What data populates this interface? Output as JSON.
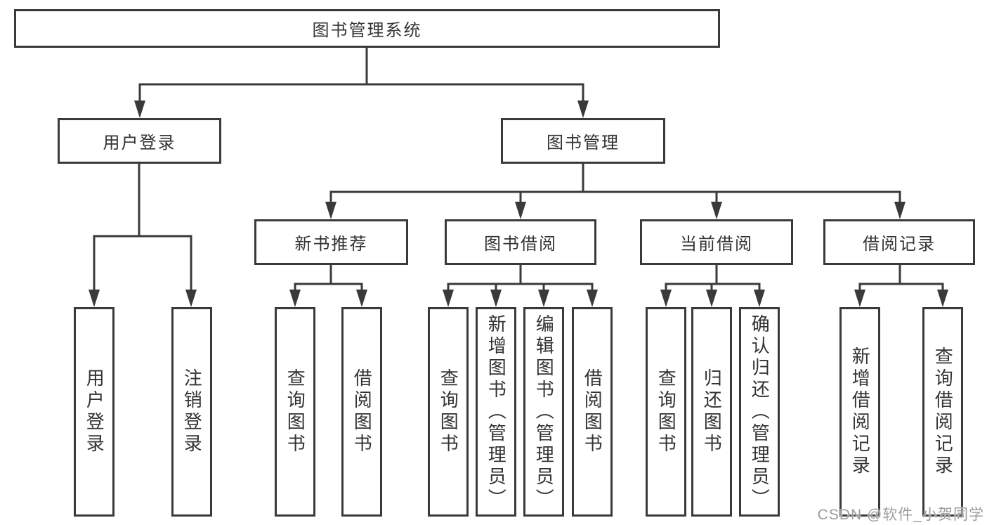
{
  "diagram": {
    "type": "hierarchy-tree",
    "title": "图书管理系统"
  },
  "nodes": {
    "root": {
      "label": "图书管理系统"
    },
    "user_login": {
      "label": "用户登录"
    },
    "book_management": {
      "label": "图书管理"
    },
    "new_book_recommend": {
      "label": "新书推荐"
    },
    "book_borrowing": {
      "label": "图书借阅"
    },
    "current_borrowing": {
      "label": "当前借阅"
    },
    "borrowing_records": {
      "label": "借阅记录"
    },
    "leaf_user_login": {
      "label": "用户登录"
    },
    "leaf_logout": {
      "label": "注销登录"
    },
    "nbr_query_books": {
      "label": "查询图书"
    },
    "nbr_borrow_books": {
      "label": "借阅图书"
    },
    "bb_query_books": {
      "label": "查询图书"
    },
    "bb_add_books": {
      "label": "新增图书（管理员）"
    },
    "bb_edit_books": {
      "label": "编辑图书（管理员）"
    },
    "bb_borrow_books": {
      "label": "借阅图书"
    },
    "cb_query_books": {
      "label": "查询图书"
    },
    "cb_return_books": {
      "label": "归还图书"
    },
    "cb_confirm_return": {
      "label": "确认归还（管理员）"
    },
    "br_add_record": {
      "label": "新增借阅记录"
    },
    "br_query_record": {
      "label": "查询借阅记录"
    }
  },
  "watermark": {
    "text": "CSDN @软件_小贺同学"
  },
  "colors": {
    "line": "#3a3a3a",
    "text": "#333333",
    "background": "#ffffff",
    "watermark": "#9c9c9c"
  }
}
